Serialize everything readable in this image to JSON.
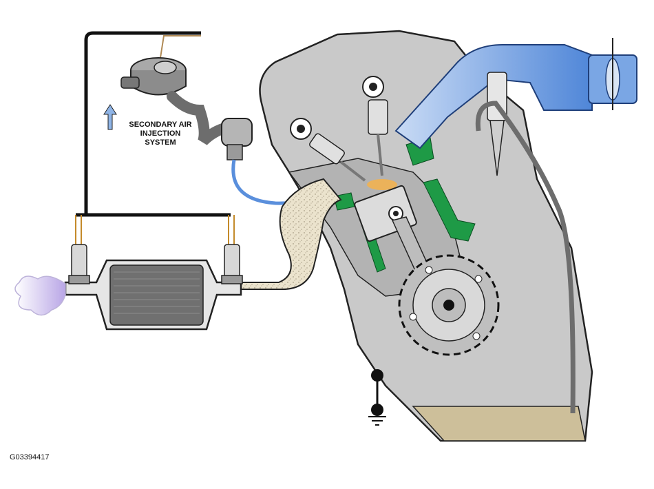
{
  "legend": {
    "lines": [
      "SECONDARY AIR",
      "INJECTION",
      "SYSTEM"
    ],
    "arrow_color": "#8fb4e6"
  },
  "figure_id": "G03394417",
  "colors": {
    "engine": "#c9c9c9",
    "engine_dark": "#9b9b9b",
    "coolant": "#1e9a46",
    "intake_air": "#6f9fe0",
    "exhaust": "#e8dfc7",
    "oil": "#cdbf9a",
    "hose": "#7a7a7a"
  }
}
